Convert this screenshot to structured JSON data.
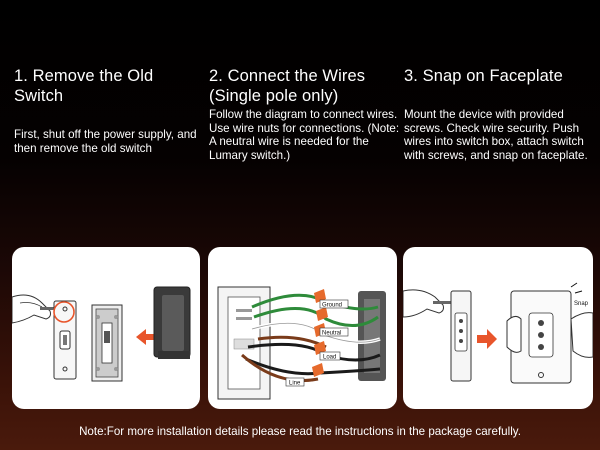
{
  "steps": [
    {
      "title": "1.  Remove the Old Switch",
      "body": "First, shut off the power supply, and then remove the old switch"
    },
    {
      "title": "2. Connect the Wires (Single pole only)",
      "body": "Follow the diagram to connect wires. Use wire nuts for connections. (Note: A neutral wire is needed for the Lumary switch.)"
    },
    {
      "title": "3. Snap on Faceplate",
      "body": "Mount the device with provided screws. Check wire security. Push wires into switch box, attach switch with screws, and snap on faceplate."
    }
  ],
  "wire_labels": {
    "ground": "Ground",
    "neutral": "Neutral",
    "load": "Load",
    "line": "Line"
  },
  "snap_label": "Snap",
  "footnote": "Note:For more installation details please read the instructions in the package carefully.",
  "colors": {
    "arrow": "#e8552b",
    "wire_nut": "#e66a2c",
    "ground": "#2e8b3a",
    "black_wire": "#1a1a1a"
  }
}
